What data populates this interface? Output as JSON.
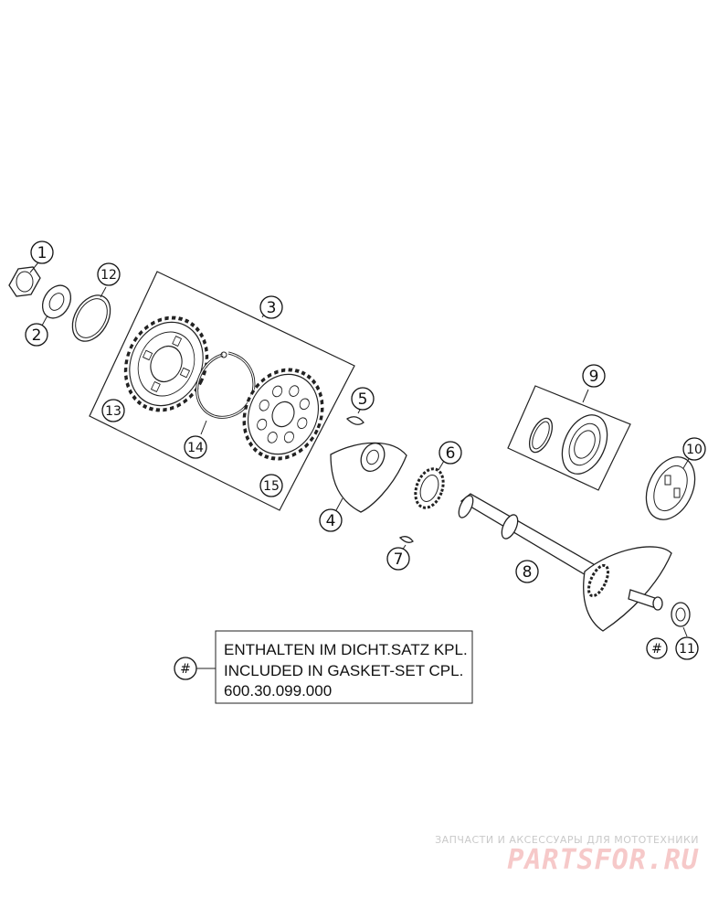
{
  "callouts": {
    "c1": "1",
    "c2": "2",
    "c3": "3",
    "c4": "4",
    "c5": "5",
    "c6": "6",
    "c7": "7",
    "c8": "8",
    "c9": "9",
    "c10": "10",
    "c11": "11",
    "c12": "12",
    "c13": "13",
    "c14": "14",
    "c15": "15",
    "hash_note": "#",
    "hash_11": "#"
  },
  "note": {
    "line1": "ENTHALTEN IM DICHT.SATZ KPL.",
    "line2": "INCLUDED IN GASKET-SET CPL.",
    "line3": "600.30.099.000"
  },
  "watermark": {
    "tagline": "ЗАПЧАСТИ И АКСЕССУАРЫ ДЛЯ МОТОТЕХНИКИ",
    "brand": "PARTSFOR.RU"
  }
}
